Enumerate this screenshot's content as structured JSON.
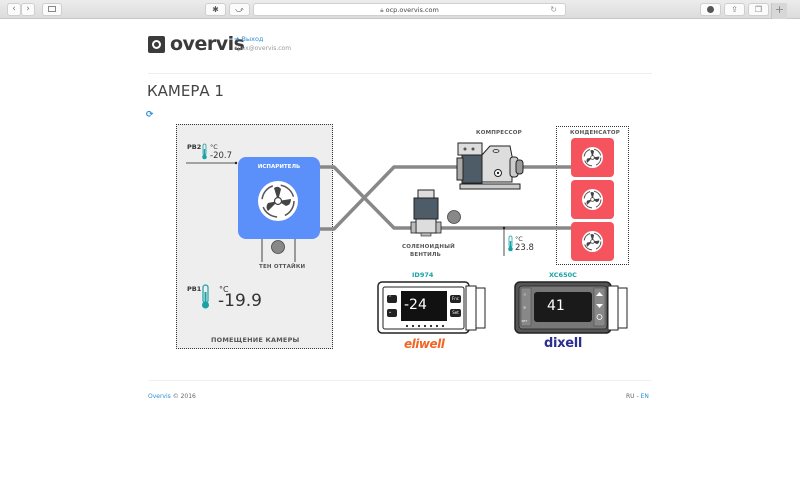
{
  "browser": {
    "url": "ocp.overvis.com",
    "back_icon": "‹",
    "forward_icon": "›",
    "new_tab_label": "+"
  },
  "header": {
    "logo_text": "overvis",
    "logout_label": "➜ Выход",
    "user_email": "apex@overvis.com"
  },
  "page": {
    "title": "КАМЕРА 1",
    "refresh_icon": "⟳"
  },
  "diagram": {
    "room_label": "ПОМЕЩЕНИЕ КАМЕРЫ",
    "evaporator_label": "ИСПАРИТЕЛЬ",
    "defrost_heater_label": "ТЕН ОТТАЙКИ",
    "compressor_label": "КОМПРЕССОР",
    "condenser_label": "КОНДЕНСАТОР",
    "solenoid_label_line1": "СОЛЕНОИДНЫЙ",
    "solenoid_label_line2": "ВЕНТИЛЬ",
    "probes": {
      "pb2": {
        "label": "PB2",
        "unit": "°C",
        "value": "-20.7"
      },
      "pb1": {
        "label": "PB1",
        "unit": "°C",
        "value": "-19.9"
      },
      "line": {
        "unit": "°C",
        "value": "23.8"
      }
    },
    "controllers": [
      {
        "model": "ID974",
        "display": "-24",
        "brand": "eliwell",
        "brand_color": "#f26522",
        "buttons": [
          "Fnc",
          "Set"
        ]
      },
      {
        "model": "XC650C",
        "display": "41",
        "brand": "dixell",
        "brand_color": "#2b2f8f",
        "buttons": [
          "SET"
        ]
      }
    ],
    "colors": {
      "evaporator": "#5b8ff9",
      "condenser_fan": "#f5535e",
      "pipe": "#888888",
      "thermometer": "#19a2a6"
    }
  },
  "footer": {
    "brand_link": "Overvis",
    "copyright": " © 2016",
    "lang_ru": "RU",
    "lang_sep": " - ",
    "lang_en": "EN"
  }
}
